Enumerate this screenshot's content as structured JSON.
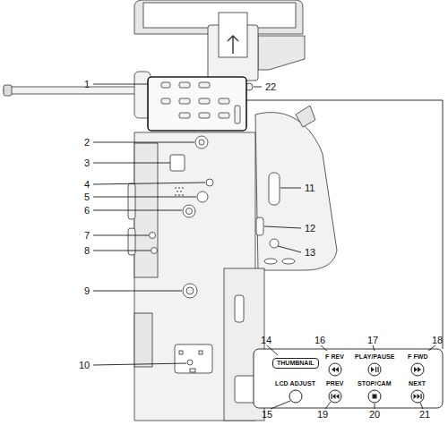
{
  "diagram": {
    "nodes": [
      {
        "text": [
          "THUMBNAIL"
        ]
      }
    ],
    "labels": [
      "1",
      "22",
      "2",
      "3",
      "4",
      "5",
      "6",
      "7",
      "8",
      "9",
      "10",
      "11",
      "12",
      "13",
      "14",
      "16",
      "17",
      "18",
      "F REV",
      "PLAY/PAUSE",
      "F FWD",
      "LCD ADJUST",
      "PREV",
      "STOP/CAM",
      "NEXT",
      "15",
      "19",
      "20",
      "21"
    ]
  }
}
